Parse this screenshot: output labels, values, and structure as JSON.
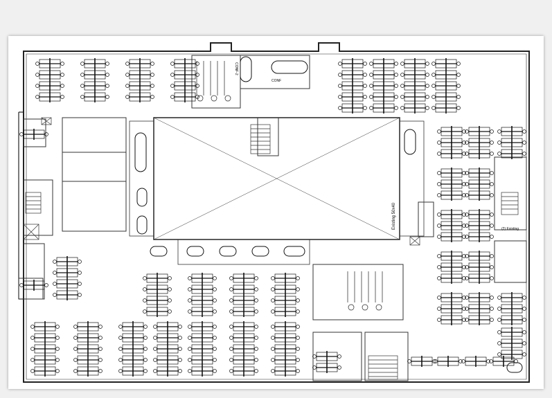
{
  "labels": {
    "conf_a": "CONF-2",
    "conf_b": "CONF",
    "existing_dims": "Existing 50x40",
    "existing_right": "(2) Existing"
  },
  "colors": {
    "wall": "#222222",
    "line": "#444444",
    "furniture": "#111111",
    "sheet": "#ffffff",
    "shadow": "#000000"
  }
}
